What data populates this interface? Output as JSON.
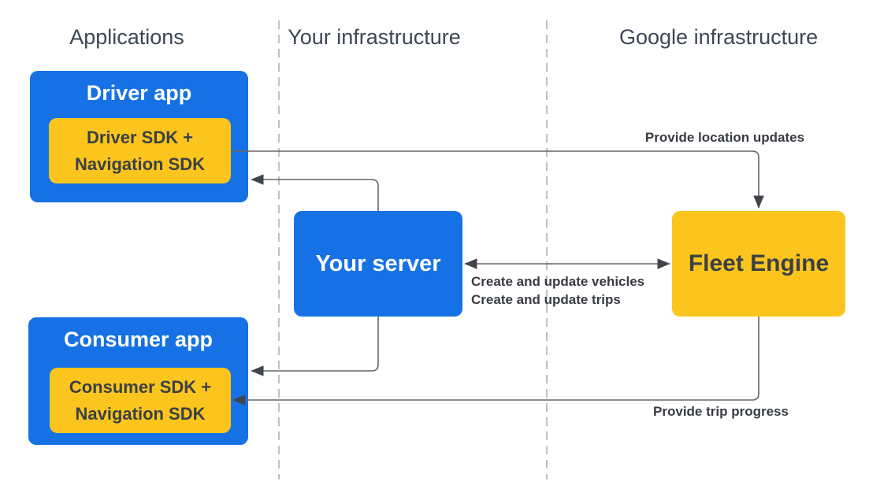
{
  "colors": {
    "background": "#FFFFFF",
    "blue": "#1672E4",
    "yellow": "#FBC51D",
    "line": "#666666",
    "arrowhead": "#40454B",
    "separator": "#A6A6A6",
    "header_text": "#3E4756",
    "dark_text": "#3A4045",
    "label_text": "#383C42",
    "white_text": "#FFFFFF"
  },
  "headers": {
    "applications": "Applications",
    "your_infrastructure": "Your infrastructure",
    "google_infrastructure": "Google infrastructure"
  },
  "nodes": {
    "driver_app": {
      "title": "Driver app",
      "sdk_line1": "Driver SDK +",
      "sdk_line2": "Navigation SDK"
    },
    "consumer_app": {
      "title": "Consumer app",
      "sdk_line1": "Consumer SDK +",
      "sdk_line2": "Navigation SDK"
    },
    "your_server": {
      "title": "Your server"
    },
    "fleet_engine": {
      "title": "Fleet Engine"
    }
  },
  "edge_labels": {
    "provide_location_updates": "Provide location updates",
    "create_and_update_vehicles": "Create and update vehicles",
    "create_and_update_trips": "Create and update trips",
    "provide_trip_progress": "Provide trip progress"
  }
}
